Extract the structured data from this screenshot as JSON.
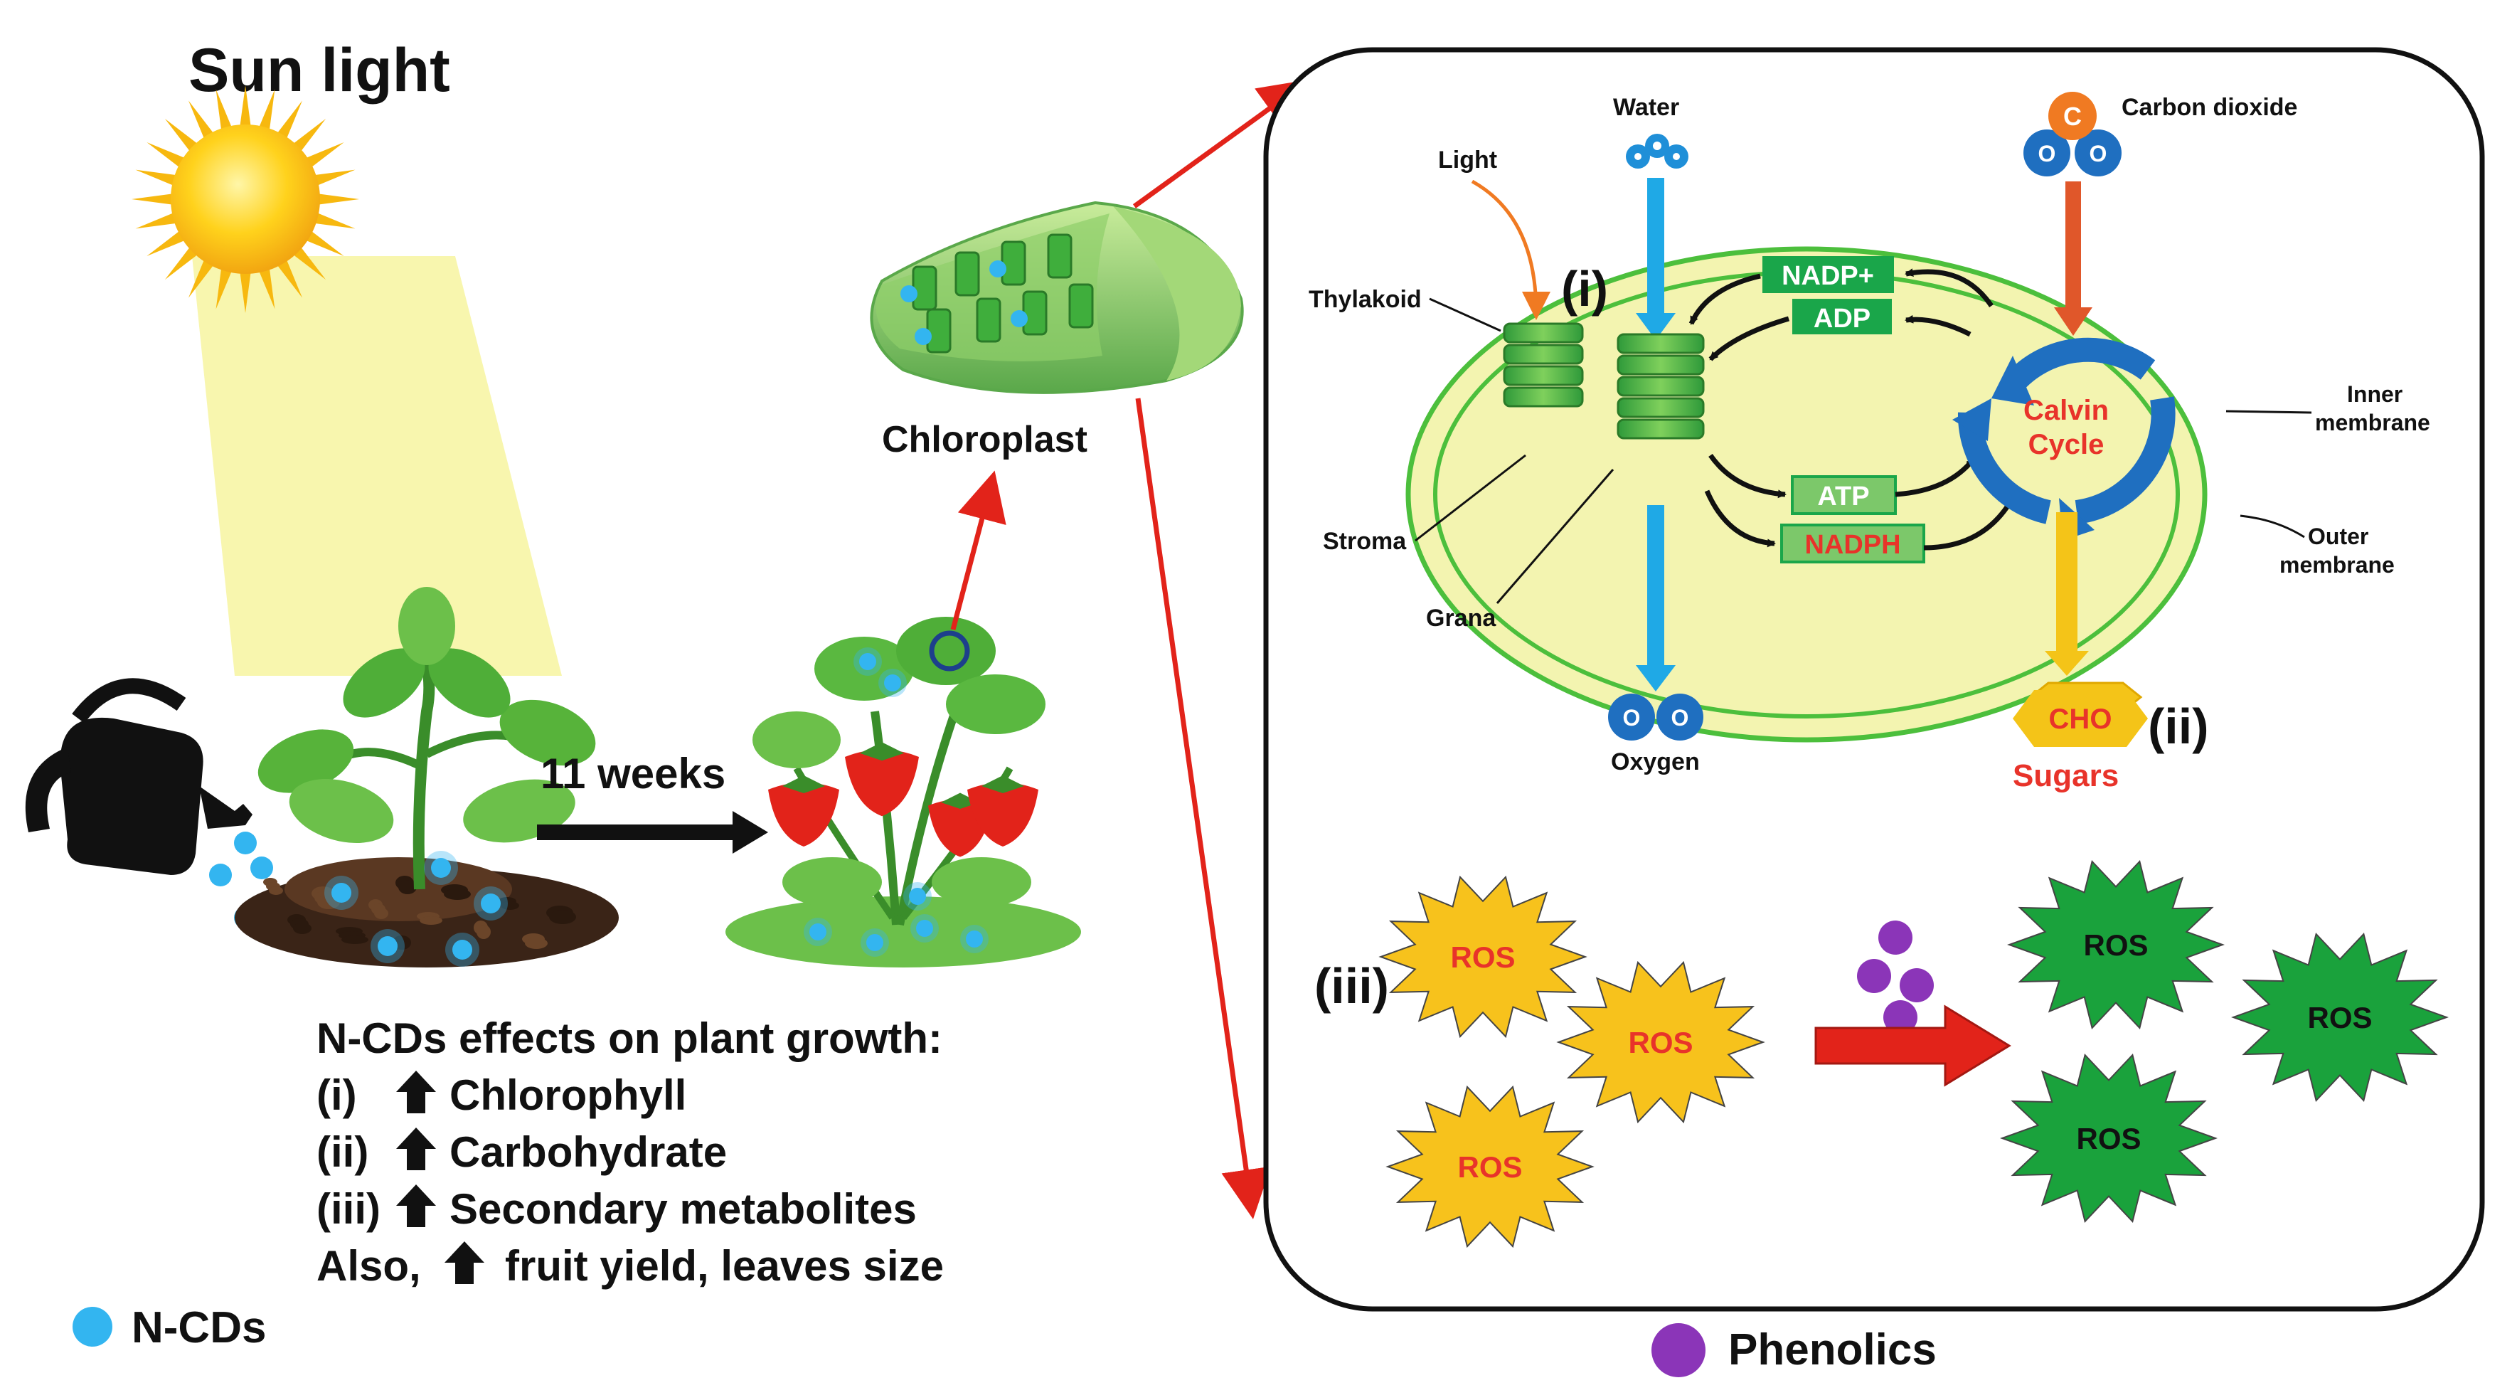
{
  "left": {
    "sun_title": "Sun light",
    "weeks_label": "11 weeks",
    "chloroplast_label": "Chloroplast",
    "effects_title": "N-CDs effects on plant growth:",
    "effects": [
      {
        "prefix": "(i)",
        "text": "Chlorophyll"
      },
      {
        "prefix": "(ii)",
        "text": "Carbohydrate"
      },
      {
        "prefix": "(iii)",
        "text": "Secondary metabolites"
      }
    ],
    "also_prefix": "Also,",
    "also_text": "fruit yield, leaves size",
    "legend_ncds": "N-CDs"
  },
  "chloro": {
    "water": "Water",
    "light": "Light",
    "carbon_dioxide": "Carbon dioxide",
    "co2_c": "C",
    "atom_o": "O",
    "thylakoid": "Thylakoid",
    "stroma": "Stroma",
    "grana": "Grana",
    "marker_i": "(i)",
    "marker_ii": "(ii)",
    "nadp_plus": "NADP+",
    "adp": "ADP",
    "atp": "ATP",
    "nadph": "NADPH",
    "calvin_1": "Calvin",
    "calvin_2": "Cycle",
    "inner_1": "Inner",
    "inner_2": "membrane",
    "outer_1": "Outer",
    "outer_2": "membrane",
    "oxygen": "Oxygen",
    "cho": "CHO",
    "sugars": "Sugars"
  },
  "ros": {
    "marker_iii": "(iii)",
    "ros_label": "ROS",
    "legend_phenolics": "Phenolics"
  },
  "colors": {
    "red_arrow": "#e2231a",
    "blue_flow": "#1fa9e6",
    "ncd_blue": "#33b5f0",
    "green_box": "#1aa64a",
    "light_green_box": "#7cc86a",
    "chloro_fill": "#f3f4b0",
    "chloro_edge": "#4cbf3c",
    "calvin_blue": "#1f6fc0",
    "ros_yellow": "#f7c21c",
    "ros_green": "#1aa23c",
    "phenolic_purple": "#8b35b8",
    "co2_orange": "#f07a22",
    "cho_yellow": "#f4c418",
    "nadph_red": "#e8332a"
  }
}
